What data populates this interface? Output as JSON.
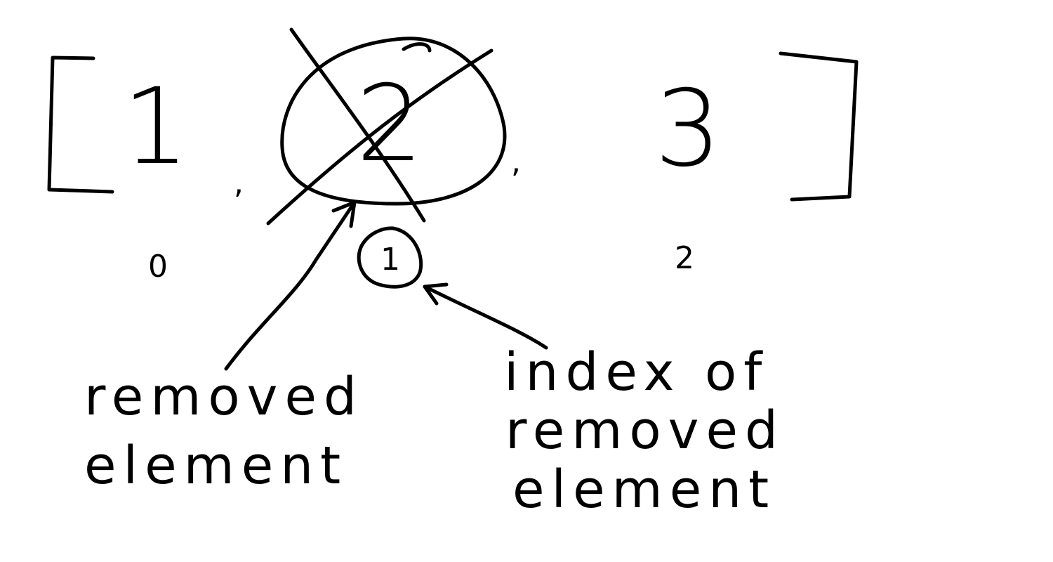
{
  "ink_color": "#000000",
  "background_color": "#ffffff",
  "array": {
    "elements": [
      {
        "value": "1",
        "index": "0",
        "removed": false
      },
      {
        "value": "2",
        "index": "1",
        "removed": true
      },
      {
        "value": "3",
        "index": "2",
        "removed": false
      }
    ],
    "separators": [
      ",",
      ","
    ]
  },
  "annotations": {
    "removed_element": [
      "removed",
      "element"
    ],
    "index_of_removed_element": [
      "index of",
      "removed",
      "element"
    ]
  }
}
